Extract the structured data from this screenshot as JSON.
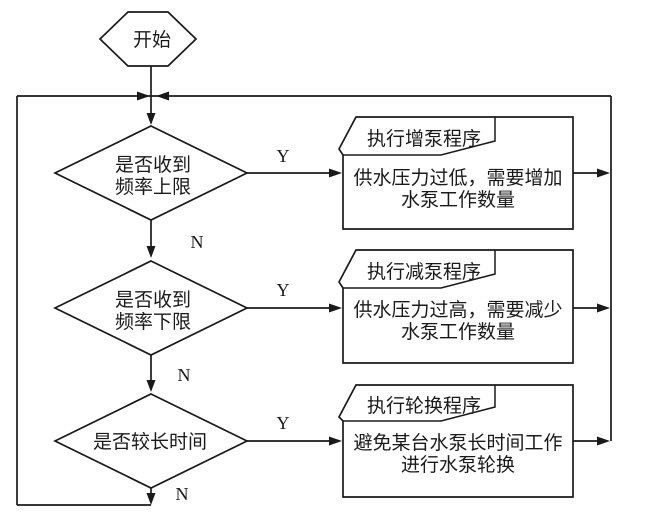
{
  "flowchart": {
    "background": "#ffffff",
    "line_color": "#1a1a1a",
    "start": {
      "label": "开始"
    },
    "decisions": [
      {
        "line1": "是否收到",
        "line2": "频率上限",
        "yes_label": "Y",
        "no_label": "N"
      },
      {
        "line1": "是否收到",
        "line2": "频率下限",
        "yes_label": "Y",
        "no_label": "N"
      },
      {
        "line1": "是否较长时间",
        "yes_label": "Y",
        "no_label": "N"
      }
    ],
    "processes": [
      {
        "banner": "执行增泵程序",
        "line1": "供水压力过低，需要增加",
        "line2": "水泵工作数量"
      },
      {
        "banner": "执行减泵程序",
        "line1": "供水压力过高，需要减少",
        "line2": "水泵工作数量"
      },
      {
        "banner": "执行轮换程序",
        "line1": "避免某台水泵长时间工作",
        "line2": "进行水泵轮换"
      }
    ]
  }
}
